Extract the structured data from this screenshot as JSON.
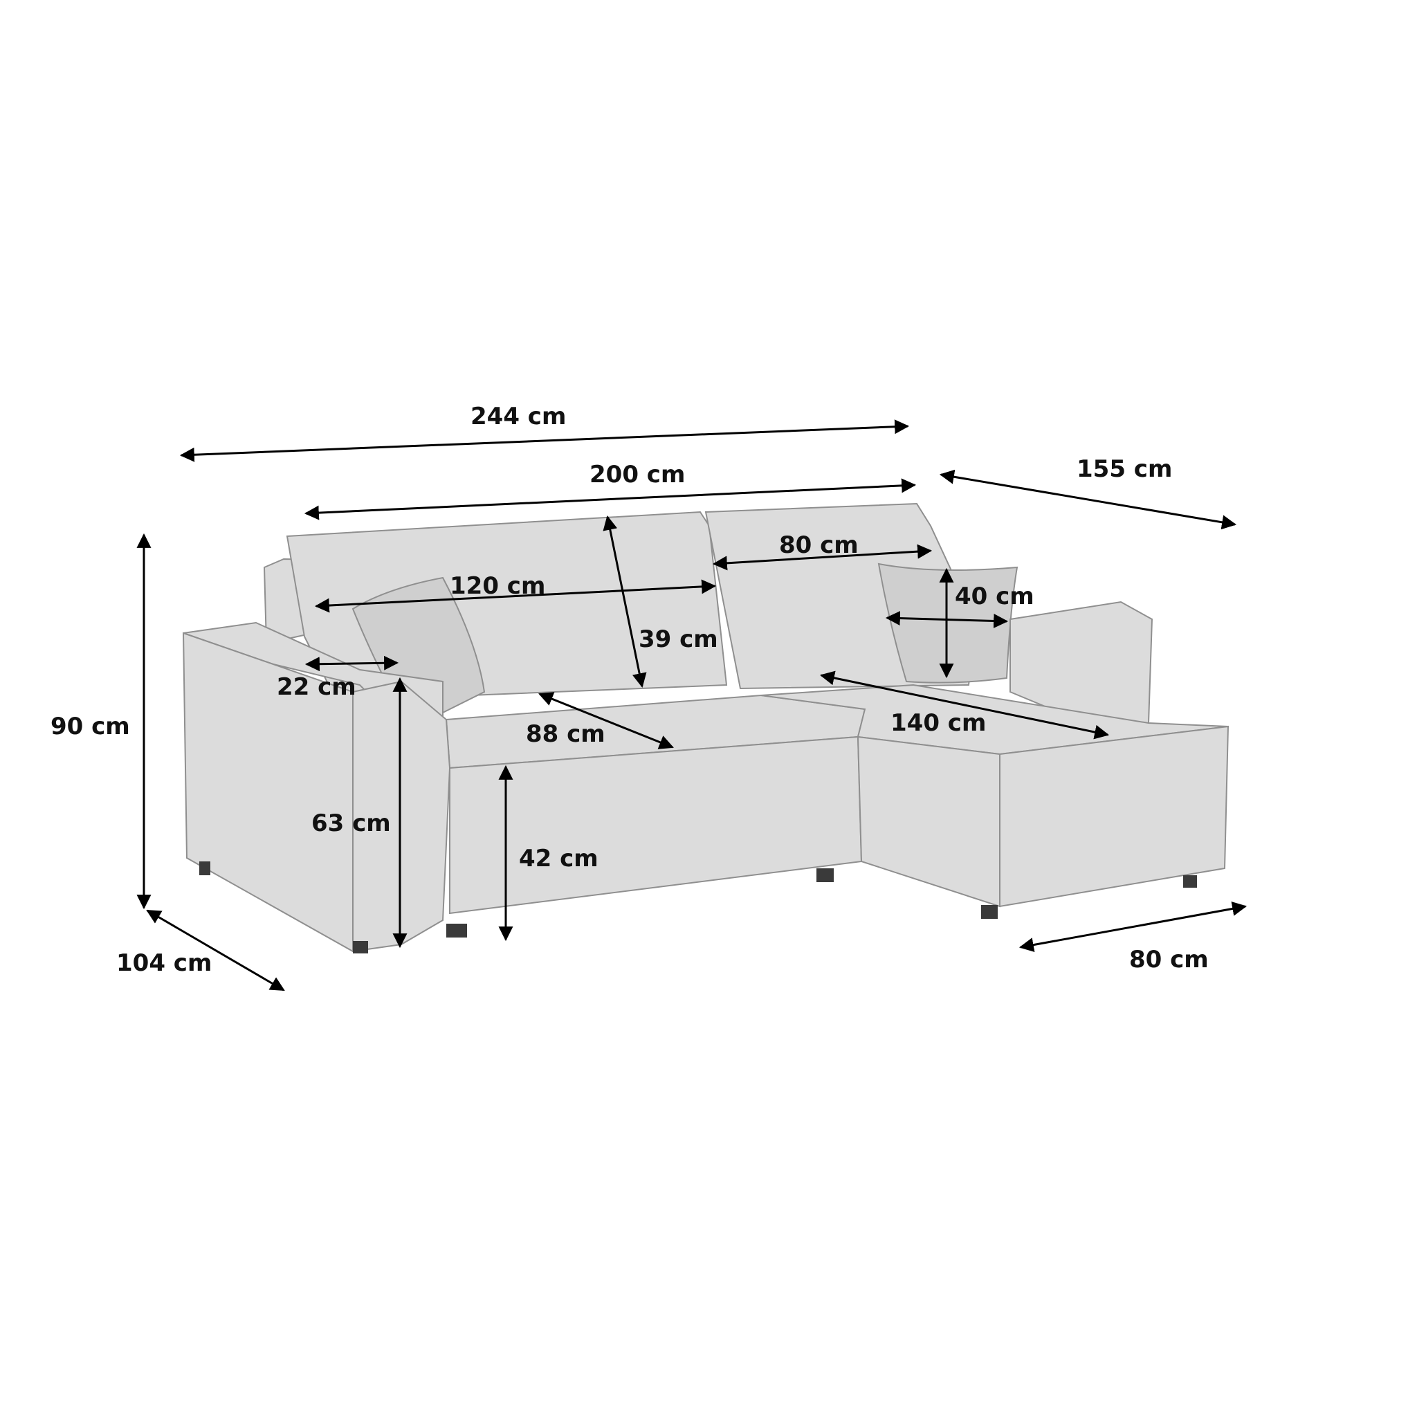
{
  "dimensions": {
    "total_width": "244 cm",
    "seat_width": "200 cm",
    "chaise_length": "155 cm",
    "backrest_cushion_width": "80 cm",
    "cushion_width": "120 cm",
    "small_cushion_height": "40 cm",
    "backrest_height": "39 cm",
    "armrest_width": "22 cm",
    "total_height": "90 cm",
    "seat_depth": "88 cm",
    "chaise_seat_length": "140 cm",
    "armrest_height": "63 cm",
    "seat_height": "42 cm",
    "total_depth": "104 cm",
    "chaise_width": "80 cm"
  },
  "colors": {
    "fabric": "#dcdcdc",
    "fabric_shade": "#cfcfcf",
    "outline": "#8f8f8f",
    "arrow": "#000000",
    "legs": "#3a3a3a"
  }
}
